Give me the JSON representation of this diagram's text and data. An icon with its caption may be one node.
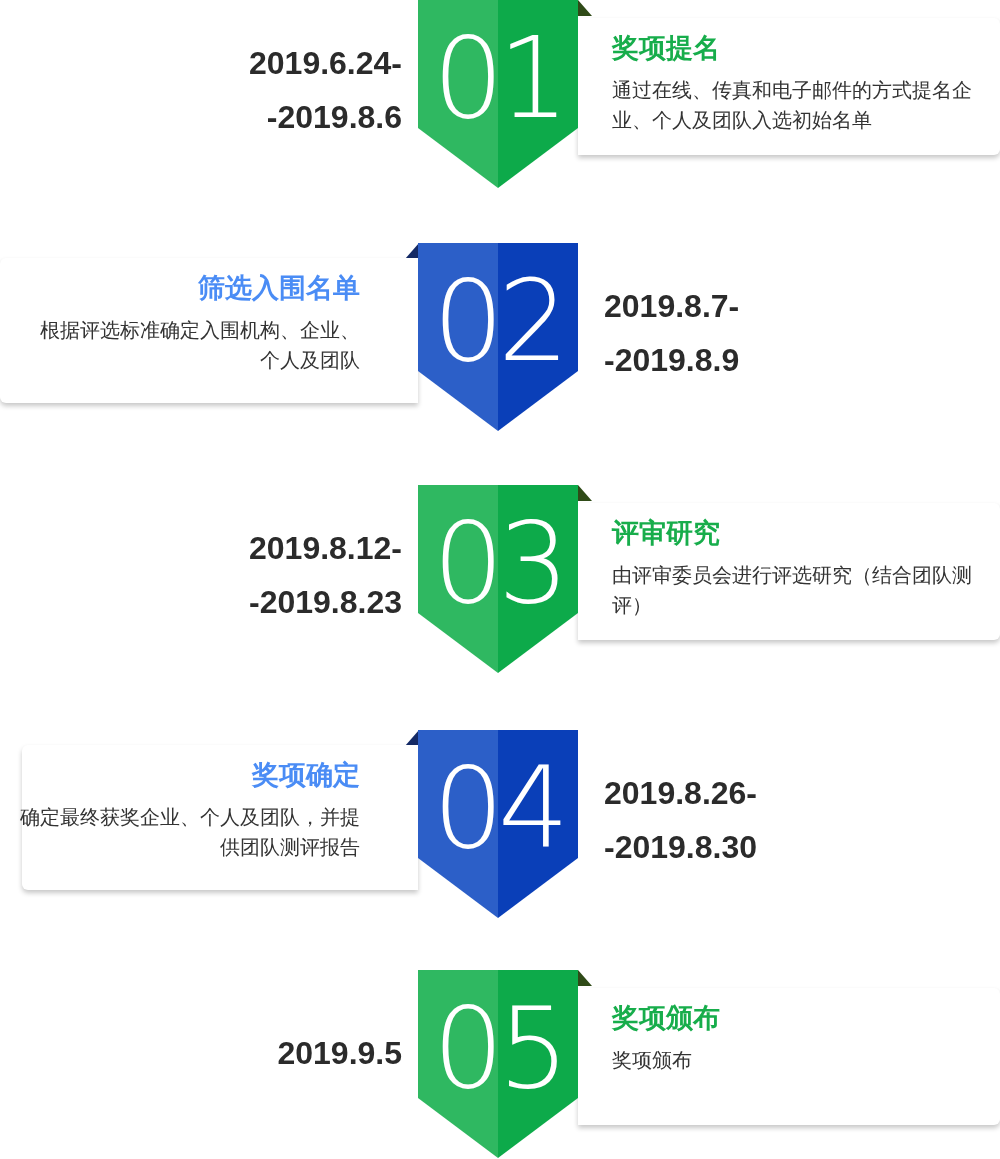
{
  "diagram": {
    "nodes": [
      {
        "text": [
          "01"
        ],
        "beside": [
          "2019.6.24- -2019.8.6"
        ]
      },
      {
        "text": [
          "奖项提名",
          "通过在线、传真和电子邮件的方式提名企业、个人及团队入选初始名单"
        ]
      },
      {
        "text": [
          "02"
        ],
        "beside": [
          "2019.8.7- -2019.8.9"
        ]
      },
      {
        "text": [
          "筛选入围名单",
          "根据评选标准确定入围机构、企业、个人及团队"
        ]
      },
      {
        "text": [
          "03"
        ],
        "beside": [
          "2019.8.12- -2019.8.23"
        ]
      },
      {
        "text": [
          "评审研究",
          "由评审委员会进行评选研究（结合团队测评）"
        ]
      },
      {
        "text": [
          "04"
        ],
        "beside": [
          "2019.8.26- -2019.8.30"
        ]
      },
      {
        "text": [
          "奖项确定",
          "确定最终获奖企业、个人及团队，并提供团队测评报告"
        ]
      },
      {
        "text": [
          "05"
        ],
        "beside": [
          "2019.9.5"
        ]
      },
      {
        "text": [
          "奖项颁布",
          "奖项颁布"
        ]
      }
    ]
  }
}
